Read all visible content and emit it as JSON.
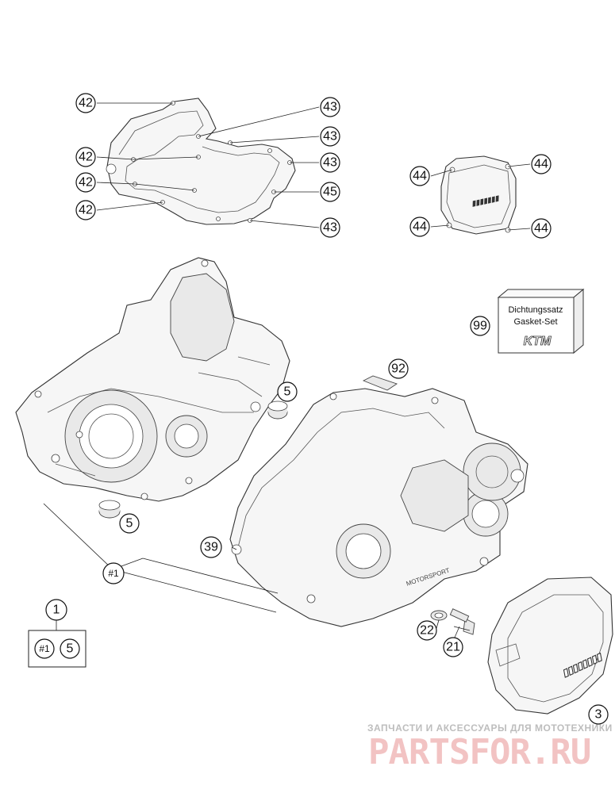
{
  "callouts": {
    "c42a": "42",
    "c42b": "42",
    "c42c": "42",
    "c42d": "42",
    "c43a": "43",
    "c43b": "43",
    "c43c": "43",
    "c43d": "43",
    "c45": "45",
    "c44a": "44",
    "c44b": "44",
    "c44c": "44",
    "c44d": "44",
    "c99": "99",
    "c92": "92",
    "c5a": "5",
    "c5b": "5",
    "c39": "39",
    "c1sub": "#1",
    "c22": "22",
    "c21": "21",
    "c3": "3",
    "c1": "1",
    "kit_sub": "#1",
    "kit_5": "5"
  },
  "gasket_box": {
    "line1": "Dichtungssatz",
    "line2": "Gasket-Set",
    "brand": "KTM"
  },
  "footer": {
    "tagline": "ЗАПЧАСТИ И АКСЕССУАРЫ ДЛЯ МОТОТЕХНИКИ",
    "logo": "PARTSFOR.RU"
  },
  "colors": {
    "line": "#222222",
    "logo": "#f2c3c3",
    "tagline": "#bdbdbd"
  }
}
